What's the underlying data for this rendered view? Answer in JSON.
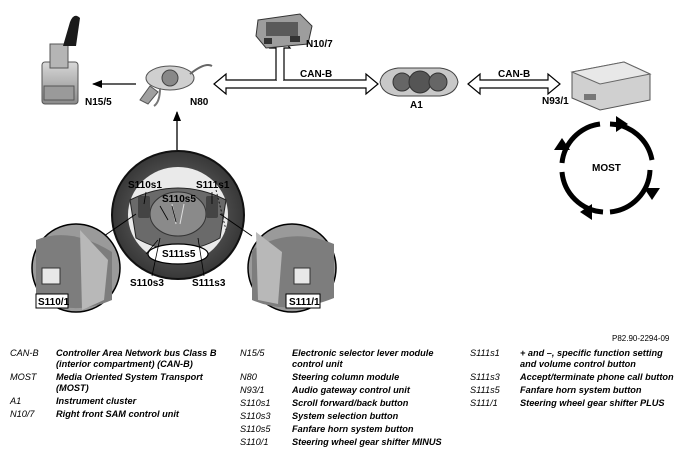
{
  "diagram": {
    "components": {
      "n15_5": "N15/5",
      "n80": "N80",
      "n10_7": "N10/7",
      "a1": "A1",
      "n93_1": "N93/1",
      "most": "MOST",
      "s110s1": "S110s1",
      "s111s1": "S111s1",
      "s110s5": "S110s5",
      "s111s5": "S111s5",
      "s110s3": "S110s3",
      "s111s3": "S111s3",
      "s110_1": "S110/1",
      "s111_1": "S111/1"
    },
    "bus_labels": {
      "can_b_left": "CAN-B",
      "can_b_right": "CAN-B"
    },
    "reference": "P82.90-2294-09"
  },
  "legend": {
    "col1": [
      {
        "code": "CAN-B",
        "desc": "Controller Area Network bus Class B (interior compartment) (CAN-B)"
      },
      {
        "code": "MOST",
        "desc": "Media Oriented System Transport (MOST)"
      },
      {
        "code": "A1",
        "desc": "Instrument cluster"
      },
      {
        "code": "N10/7",
        "desc": "Right front SAM control unit"
      }
    ],
    "col2": [
      {
        "code": "N15/5",
        "desc": "Electronic selector lever module control unit"
      },
      {
        "code": "N80",
        "desc": "Steering column module"
      },
      {
        "code": "N93/1",
        "desc": "Audio gateway control unit"
      },
      {
        "code": "S110s1",
        "desc": "Scroll forward/back button"
      },
      {
        "code": "S110s3",
        "desc": "System selection button"
      },
      {
        "code": "S110s5",
        "desc": "Fanfare horn system button"
      },
      {
        "code": "S110/1",
        "desc": "Steering wheel gear shifter MINUS"
      }
    ],
    "col3": [
      {
        "code": "S111s1",
        "desc": "+ and –, specific function setting and volume control button"
      },
      {
        "code": "S111s3",
        "desc": "Accept/terminate phone call button"
      },
      {
        "code": "S111s5",
        "desc": "Fanfare horn system button"
      },
      {
        "code": "S111/1",
        "desc": "Steering wheel gear shifter PLUS"
      }
    ]
  }
}
